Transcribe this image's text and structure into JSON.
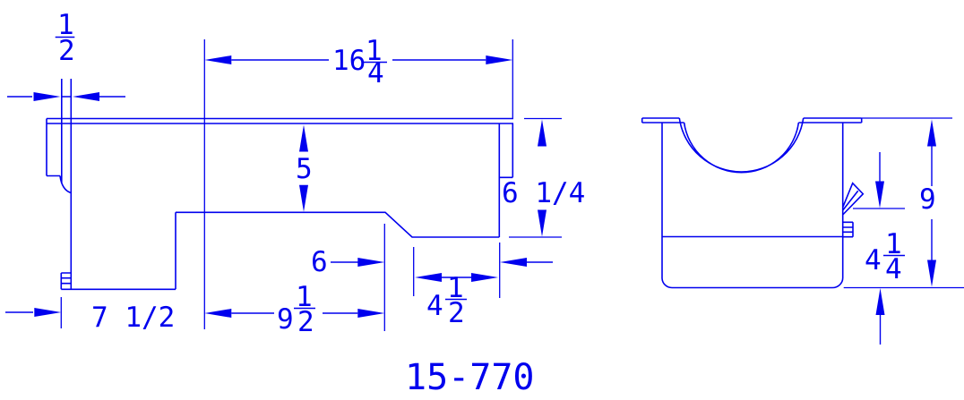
{
  "drawing": {
    "part_number": "15-770",
    "line_color": "#0000ee",
    "background_color": "#ffffff",
    "views": {
      "left": "oil-pan-side-profile",
      "right": "oil-pan-end-section"
    }
  },
  "dimensions": {
    "rail_lip_offset": {
      "numerator": "1",
      "denominator": "2"
    },
    "overall_length": {
      "whole": "16",
      "numerator": "1",
      "denominator": "4"
    },
    "shallow_depth": "5",
    "deep_depth": "6 1/4",
    "kickout_length": "6",
    "front_sump_length": "7 1/2",
    "mid_length": {
      "whole": "9",
      "numerator": "1",
      "denominator": "2"
    },
    "kickout_bottom_length": {
      "whole": "4",
      "numerator": "1",
      "denominator": "2"
    },
    "overall_height": "9",
    "drain_boss_height": {
      "whole": "4",
      "numerator": "1",
      "denominator": "4"
    }
  }
}
